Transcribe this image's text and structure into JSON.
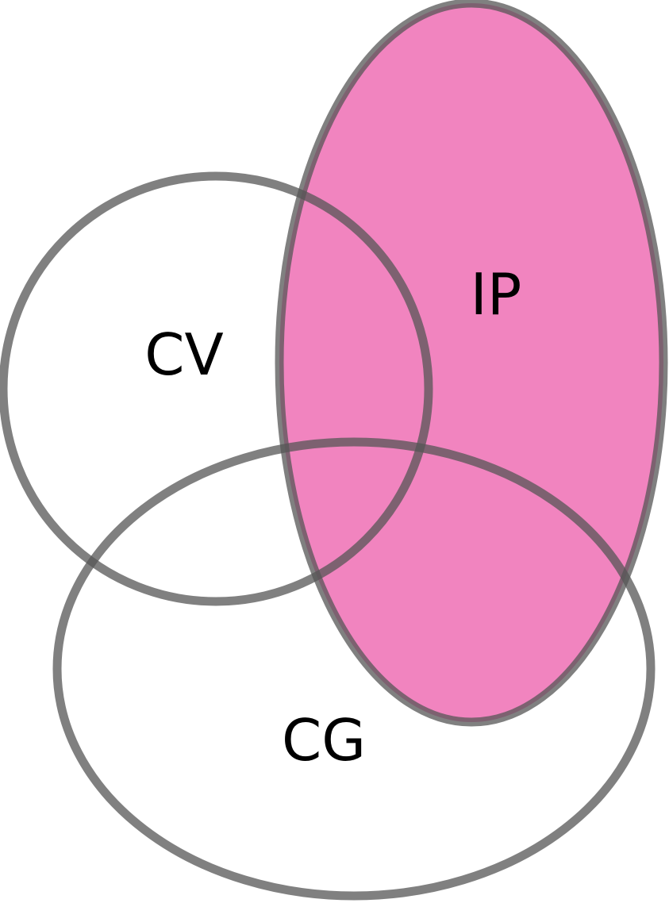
{
  "diagram": {
    "type": "venn",
    "sets": [
      {
        "id": "cv",
        "label": "CV",
        "fill": "none"
      },
      {
        "id": "ip",
        "label": "IP",
        "fill": "#ee6eb4"
      },
      {
        "id": "cg",
        "label": "CG",
        "fill": "none"
      }
    ],
    "highlighted_set": "IP",
    "outline_color": "#555555"
  }
}
